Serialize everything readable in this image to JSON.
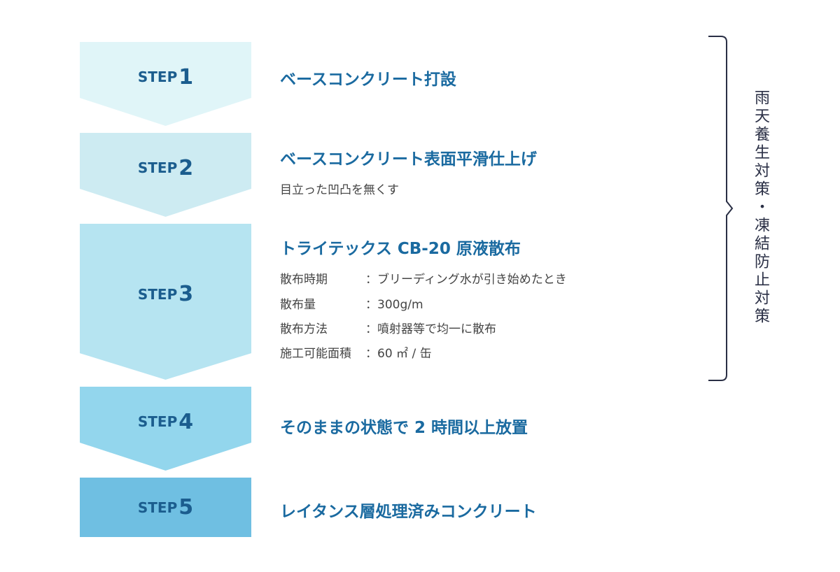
{
  "colors": {
    "step1": "#e0f5f8",
    "step2": "#cdebf2",
    "step3": "#b6e4f1",
    "step4": "#93d6ed",
    "step5": "#6fbfe2",
    "title": "#1a6aa0"
  },
  "steps": [
    {
      "label": "STEP",
      "num": "1",
      "title": "ベースコンクリート打設"
    },
    {
      "label": "STEP",
      "num": "2",
      "title": "ベースコンクリート表面平滑仕上げ",
      "sub": "目立った凹凸を無くす"
    },
    {
      "label": "STEP",
      "num": "3",
      "title": "トライテックス CB-20 原液散布",
      "details": [
        {
          "k": "散布時期",
          "v": "：ブリーディング水が引き始めたとき"
        },
        {
          "k": "散布量",
          "v": "：300g/m"
        },
        {
          "k": "散布方法",
          "v": "：噴射器等で均一に散布"
        },
        {
          "k": "施工可能面積",
          "v": "：60 ㎡ / 缶"
        }
      ]
    },
    {
      "label": "STEP",
      "num": "4",
      "title": "そのままの状態で 2 時間以上放置"
    },
    {
      "label": "STEP",
      "num": "5",
      "title": "レイタンス層処理済みコンクリート"
    }
  ],
  "side_note": "雨天養生対策・凍結防止対策"
}
